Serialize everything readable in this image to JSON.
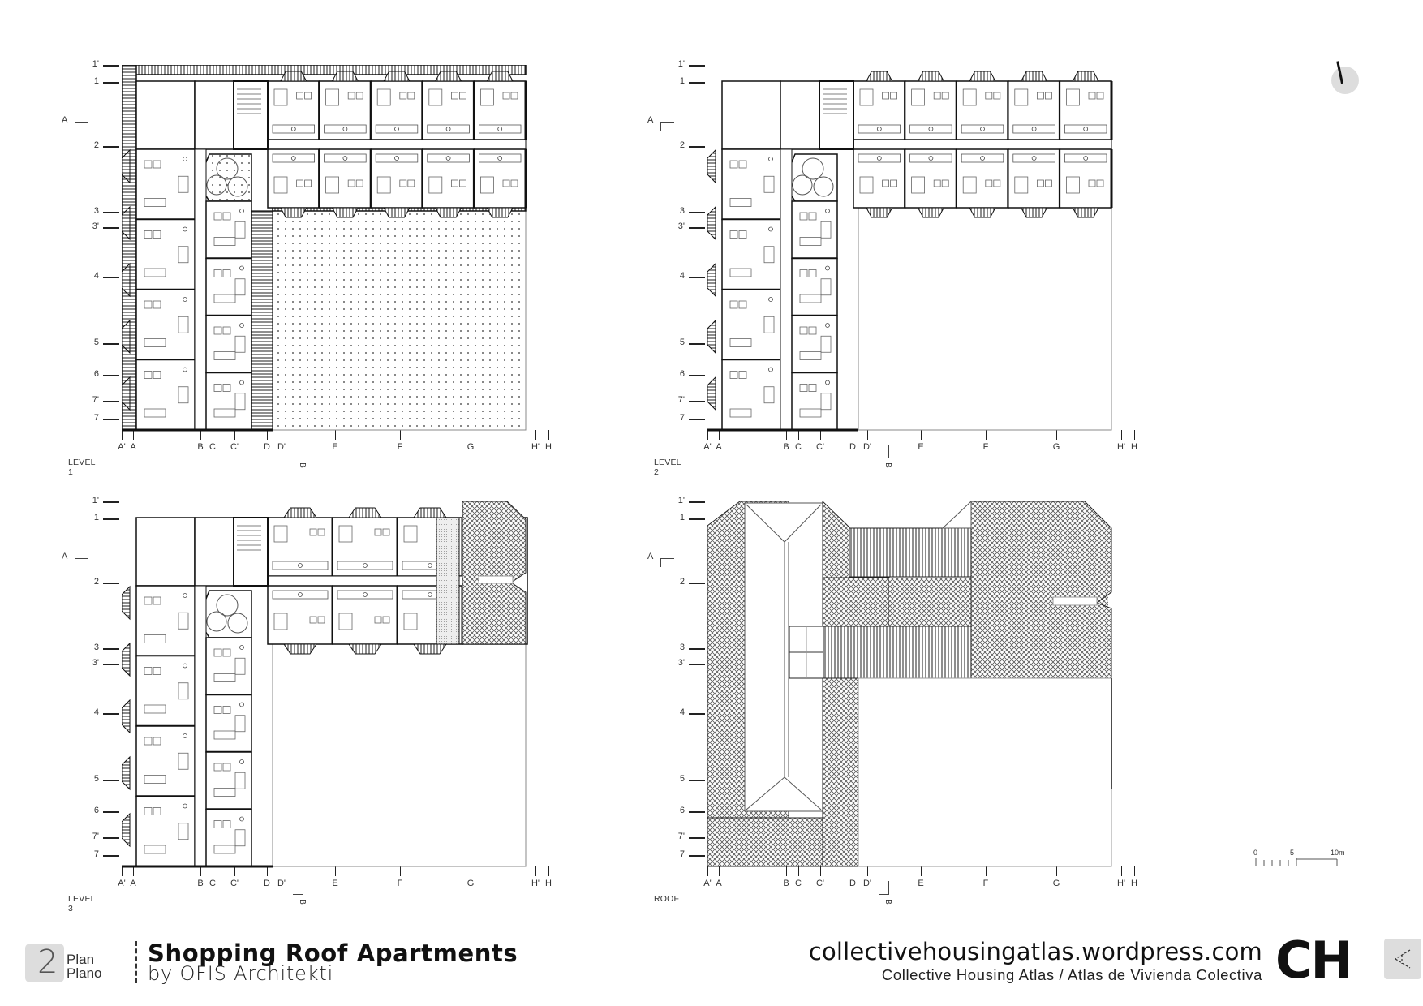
{
  "sheet": {
    "number": "2",
    "type_en": "Plan",
    "type_es": "Plano",
    "title": "Shopping Roof Apartments",
    "author": "by OFIS Architekti",
    "website": "collectivehousingatlas.wordpress.com",
    "subtitle": "Collective Housing Atlas / Atlas de Vivienda Colectiva",
    "logo": "CH",
    "logo_icon": "triangle-dashed-icon"
  },
  "grid": {
    "rows": [
      "1'",
      "1",
      "2",
      "3",
      "3'",
      "4",
      "5",
      "6",
      "7'",
      "7"
    ],
    "columns": [
      "A'",
      "A",
      "B",
      "C",
      "C'",
      "D",
      "D'",
      "E",
      "F",
      "G",
      "H'",
      "H"
    ],
    "section_a": "A",
    "section_b": "B"
  },
  "panels": [
    {
      "id": "level1",
      "label": "LEVEL 1"
    },
    {
      "id": "level2",
      "label": "LEVEL 2"
    },
    {
      "id": "level3",
      "label": "LEVEL 3"
    },
    {
      "id": "roof",
      "label": "ROOF"
    }
  ],
  "scale_bar": {
    "labels": [
      "0",
      "5",
      "10m"
    ]
  },
  "north_arrow": {
    "icon": "north-arrow-icon"
  },
  "colors": {
    "line": "#111111",
    "hatch": "#555555",
    "badge_bg": "#dddddd"
  }
}
